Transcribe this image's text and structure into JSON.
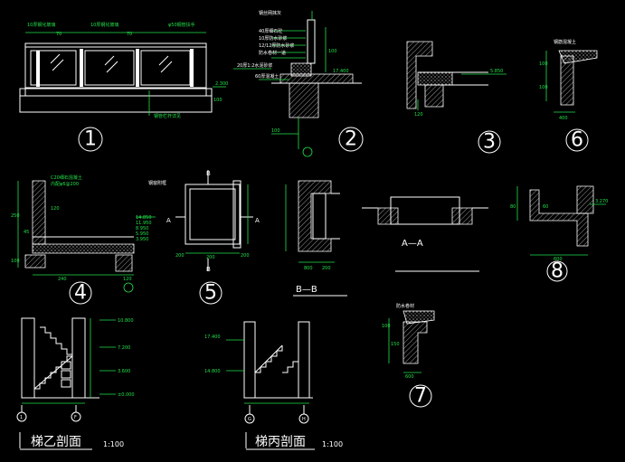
{
  "drawing": {
    "background": "#000000",
    "line_color": "#ffffff",
    "dim_color": "#22e04a",
    "axis_color": "#1fd3d3"
  },
  "details": {
    "d1": {
      "number": "1",
      "labels": [
        "10厚钢化玻璃",
        "10厚钢化玻璃",
        "φ50钢管扶手",
        "钢管栏杆详见"
      ],
      "dims": [
        "70",
        "70",
        "100",
        "2.300"
      ]
    },
    "d2": {
      "number": "2",
      "labels": [
        "钢丝网抹灰",
        "40厚细石砼",
        "10厚防水砂浆",
        "12/12厚防水砂浆",
        "防水卷材一道",
        "20厚1:2水泥砂浆",
        "60厚混凝土"
      ],
      "dims": [
        "100",
        "17.400",
        "100"
      ]
    },
    "d3": {
      "number": "3",
      "dims": [
        "5.850",
        "120"
      ]
    },
    "d6": {
      "number": "6",
      "labels": [
        "钢筋混凝土"
      ],
      "dims": [
        "100",
        "100",
        "400"
      ]
    },
    "d4": {
      "number": "4",
      "labels": [
        "C20细石混凝土",
        "内配φ6@200"
      ],
      "dims": [
        "250",
        "120",
        "45",
        "100",
        "240",
        "120",
        "14.850",
        "11.950",
        "8.950",
        "5.950",
        "3.950"
      ]
    },
    "d5": {
      "number": "5",
      "labels": [
        "B",
        "B",
        "A",
        "A",
        "钢窗附框"
      ],
      "dims": [
        "200",
        "200",
        "200"
      ]
    },
    "dBB": {
      "title": "B—B",
      "dims": [
        "800",
        "200"
      ]
    },
    "dAA": {
      "title": "A—A"
    },
    "d8": {
      "number": "8",
      "dims": [
        "80",
        "60",
        "3.270",
        "600"
      ]
    },
    "d7": {
      "number": "7",
      "labels": [
        "防水卷材"
      ],
      "dims": [
        "100",
        "150",
        "600"
      ]
    }
  },
  "sections": {
    "stair_b": {
      "title": "梯乙剖面",
      "scale": "1:100",
      "axes": [
        "1",
        "F"
      ],
      "elevations": [
        "10.800",
        "7.200",
        "3.600",
        "±0.000"
      ]
    },
    "stair_c": {
      "title": "梯丙剖面",
      "scale": "1:100",
      "axes": [
        "G",
        "H"
      ],
      "elevations": [
        "17.400",
        "14.800"
      ]
    }
  }
}
